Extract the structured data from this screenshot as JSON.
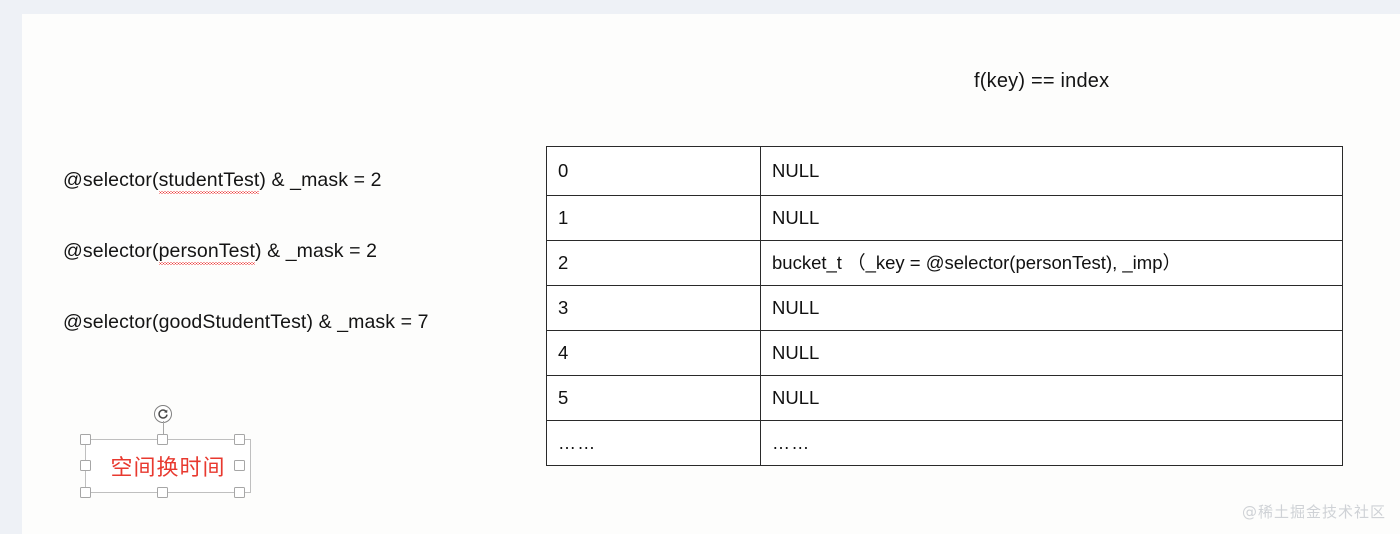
{
  "slide": {
    "formula": "f(key) == index",
    "selector_lines": [
      {
        "prefix": "@selector(",
        "name": "studentTest",
        "suffix": ")  & _mask = 2",
        "misspelled": true
      },
      {
        "prefix": "@selector(",
        "name": "personTest",
        "suffix": ")  & _mask = 2",
        "misspelled": true
      },
      {
        "prefix": "@selector(",
        "name": "goodStudentTest",
        "suffix": ")  & _mask = 7",
        "misspelled": false
      }
    ],
    "hash_table": {
      "rows": [
        {
          "index": "0",
          "value": "NULL"
        },
        {
          "index": "1",
          "value": "NULL"
        },
        {
          "index": "2",
          "value": "bucket_t （_key = @selector(personTest), _imp）"
        },
        {
          "index": "3",
          "value": "NULL"
        },
        {
          "index": "4",
          "value": "NULL"
        },
        {
          "index": "5",
          "value": "NULL"
        },
        {
          "index": "……",
          "value": "……"
        }
      ]
    },
    "textbox": {
      "text": "空间换时间",
      "text_color": "#e8392f",
      "rotate_icon": "rotate-icon",
      "handles": [
        "top-left",
        "top-middle",
        "top-right",
        "middle-left",
        "middle-right",
        "bottom-left",
        "bottom-middle",
        "bottom-right"
      ]
    },
    "watermark": "@稀土掘金技术社区"
  }
}
